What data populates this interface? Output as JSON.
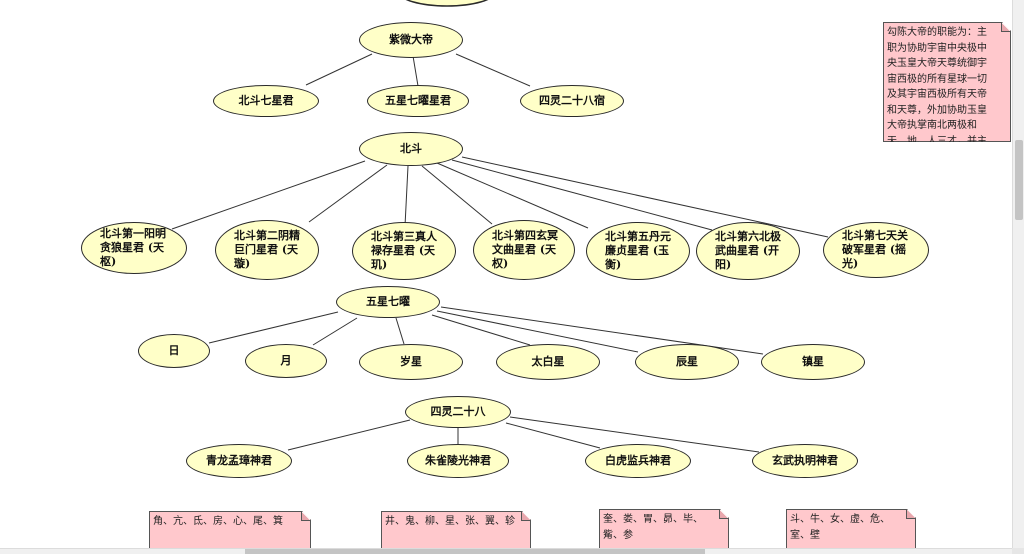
{
  "nodes": {
    "ziwei": "紫微大帝",
    "beidou_qixing": "北斗七星君",
    "wuxing_qiyao_xingjun": "五星七曜星君",
    "siling_28": "四灵二十八宿",
    "beidou": "北斗",
    "beidou_1": "北斗第一阳明贪狼星君 (天枢)",
    "beidou_2": "北斗第二阴精巨门星君 (天璇)",
    "beidou_3": "北斗第三真人禄存星君 (天玑)",
    "beidou_4": "北斗第四玄冥文曲星君 (天权)",
    "beidou_5": "北斗第五丹元廉贞星君 (玉衡)",
    "beidou_6": "北斗第六北极武曲星君 (开阳)",
    "beidou_7": "北斗第七天关破军星君 (摇光)",
    "wuxing_qiyao": "五星七曜",
    "ri": "日",
    "yue": "月",
    "suixing": "岁星",
    "taibaixing": "太白星",
    "chenxing": "辰星",
    "zhenxing": "镇星",
    "siling": "四灵二十八",
    "qinglong": "青龙孟璋神君",
    "zhuque": "朱雀陵光神君",
    "baihu": "白虎监兵神君",
    "xuanwu": "玄武执明神君"
  },
  "notes": {
    "gouchen": "勾陈大帝的职能为：主职为协助宇宙中央极中央玉皇大帝天尊统御宇宙西极的所有星球一切及其宇宙西极所有天帝和天尊，外加协助玉皇大帝执掌南北两极和天、地、人三才，并主持人间兵革之事。",
    "qinglong_xiu": "角、亢、氐、房、心、尾、箕",
    "zhuque_xiu": "井、鬼、柳、星、张、翼、轸",
    "baihu_xiu": "奎、娄、胃、昴、毕、觜、参",
    "xuanwu_xiu": "斗、牛、女、虚、危、室、壁"
  },
  "colors": {
    "node_fill": "#ffffc8",
    "node_border": "#2a2a2a",
    "note_fill": "#ffc8cc",
    "edge": "#333333"
  }
}
